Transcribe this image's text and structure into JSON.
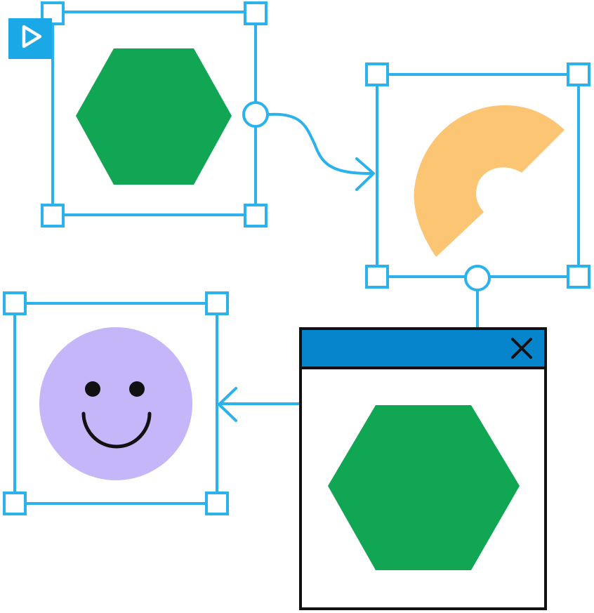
{
  "colors": {
    "selection": "#2bb2ec",
    "play_badge": "#1aa8e6",
    "green": "#11a653",
    "orange": "#fcc574",
    "lavender": "#c5b6f9",
    "face_features": "#111111",
    "window_titlebar": "#0785cc",
    "window_border": "#111111"
  },
  "nodes": [
    {
      "id": "hexagon-node",
      "shape": "hexagon",
      "color_key": "green"
    },
    {
      "id": "arc-node",
      "shape": "partial-ring",
      "color_key": "orange"
    },
    {
      "id": "smiley-node",
      "shape": "smiley-face",
      "color_key": "lavender"
    },
    {
      "id": "preview-window",
      "shape": "window-with-hexagon",
      "color_key": "green"
    }
  ],
  "edges": [
    {
      "from": "hexagon-node",
      "to": "arc-node",
      "arrow": "right"
    },
    {
      "from": "arc-node",
      "to": "preview-window",
      "arrow": "none"
    },
    {
      "from": "preview-window",
      "to": "smiley-node",
      "arrow": "left"
    }
  ],
  "icons": {
    "play": "play-icon",
    "close": "close-icon"
  }
}
